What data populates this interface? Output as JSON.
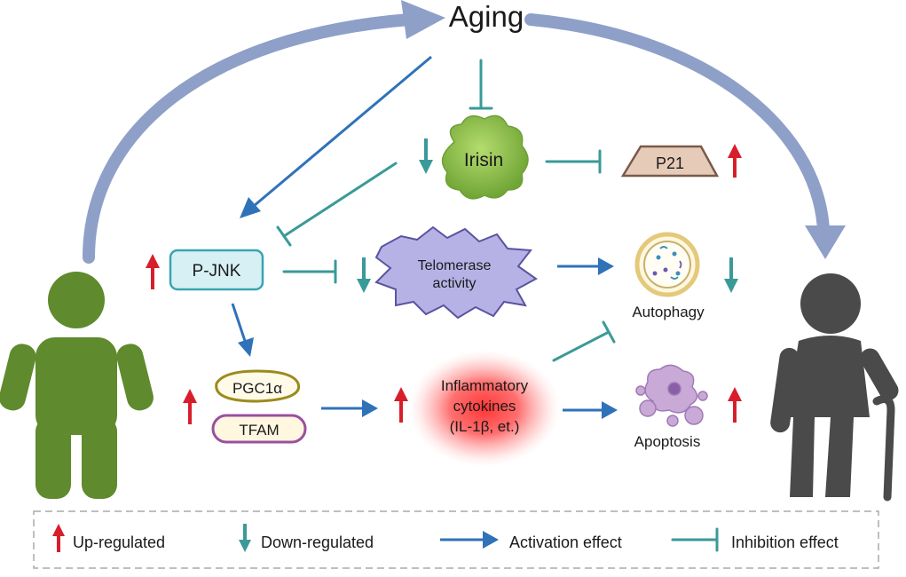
{
  "nodes": {
    "aging": "Aging",
    "irisin": "Irisin",
    "p21": "P21",
    "pjnk": "P-JNK",
    "telomerase_line1": "Telomerase",
    "telomerase_line2": "activity",
    "autophagy": "Autophagy",
    "pgc1a": "PGC1α",
    "tfam": "TFAM",
    "inflammatory_line1": "Inflammatory",
    "inflammatory_line2": "cytokines",
    "inflammatory_line3": "(IL-1β, et.)",
    "apoptosis": "Apoptosis"
  },
  "legend": {
    "up": "Up-regulated",
    "down": "Down-regulated",
    "activation": "Activation effect",
    "inhibition": "Inhibition effect"
  },
  "colors": {
    "up_arrow": "#d81e2a",
    "down_arrow": "#3a9a98",
    "activation": "#2f72b8",
    "inhibition": "#3a9a98",
    "aging_arc": "#8ea0c8",
    "young_person": "#5f8a2d",
    "old_person": "#4a4a4a",
    "irisin_fill": "#8fbf4a",
    "p21_fill": "#e6cbb8",
    "pjnk_fill": "#d7f0f3",
    "telomerase_fill": "#b7b2e6",
    "pgc1a_border": "#9c8a1e",
    "tfam_border": "#9a4fa0",
    "inflammation_glow": "#ff3b3b"
  }
}
